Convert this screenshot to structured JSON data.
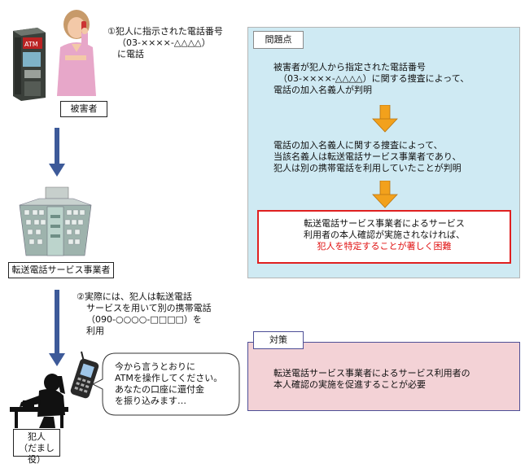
{
  "victim": {
    "label": "被害者",
    "instruction": [
      "①犯人に指示された電話番号",
      "（03-××××-△△△△）",
      "に電話"
    ]
  },
  "company": {
    "label": "転送電話サービス事業者"
  },
  "criminal": {
    "label": [
      "犯人",
      "（だまし役）"
    ],
    "actual": [
      "②実際には、犯人は転送電話",
      "サービスを用いて別の携帯電話",
      "（090-○○○○-□□□□）を",
      "利用"
    ],
    "speech": [
      "今から言うとおりに",
      "ATMを操作してください。",
      "あなたの口座に還付金",
      "を振り込みます…"
    ]
  },
  "problem": {
    "title": "問題点",
    "step1": [
      "被害者が犯人から指定された電話番号",
      "（03-××××-△△△△）に関する捜査によって、",
      "電話の加入名義人が判明"
    ],
    "step2": [
      "電話の加入名義人に関する捜査によって、",
      "当該名義人は転送電話サービス事業者であり、",
      "犯人は別の携帯電話を利用していたことが判明"
    ],
    "step3": [
      "転送電話サービス事業者によるサービス",
      "利用者の本人確認が実施されなければ、"
    ],
    "step3_red": "犯人を特定することが著しく困難"
  },
  "measure": {
    "title": "対策",
    "text": [
      "転送電話サービス事業者によるサービス利用者の",
      "本人確認の実施を促進することが必要"
    ]
  },
  "colors": {
    "problem_bg": "#cfeaf3",
    "measure_bg": "#f3d2d6",
    "arrow_blue": "#3d5a99",
    "arrow_orange": "#f2a11c",
    "highlight_red": "#e01010"
  }
}
